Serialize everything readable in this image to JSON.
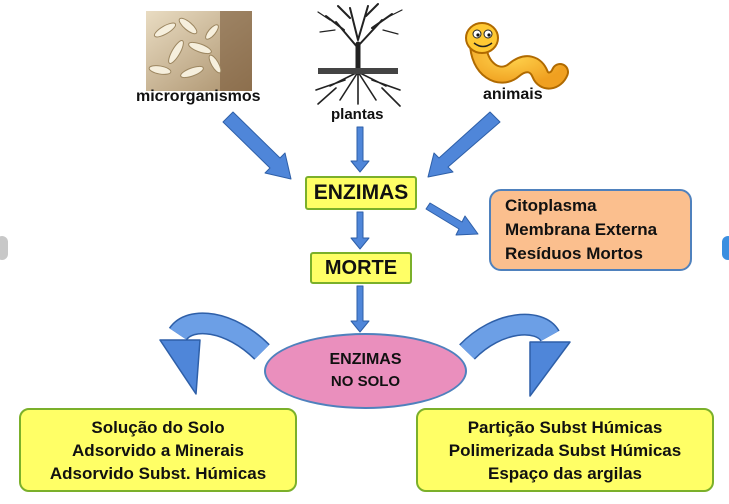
{
  "sources": {
    "microorganisms": "microrganismos",
    "plants": "plantas",
    "animals": "animais"
  },
  "nodes": {
    "enzimas": "ENZIMAS",
    "morte": "MORTE",
    "solo_line1": "ENZIMAS",
    "solo_line2": "NO SOLO"
  },
  "cell_box": [
    "Citoplasma",
    "Membrana Externa",
    "Resíduos Mortos"
  ],
  "left_box": [
    "Solução do Solo",
    "Adsorvido a Minerais",
    "Adsorvido Subst. Húmicas"
  ],
  "right_box": [
    "Partição Subst Húmicas",
    "Polimerizada Subst Húmicas",
    "Espaço das argilas"
  ],
  "colors": {
    "arrow": "#4f86d9",
    "yellow_fill": "#ffff66",
    "yellow_border": "#7bb02a",
    "orange_fill": "#fbbf8e",
    "pink_fill": "#ea8fbd",
    "border_blue": "#4f81bd"
  }
}
